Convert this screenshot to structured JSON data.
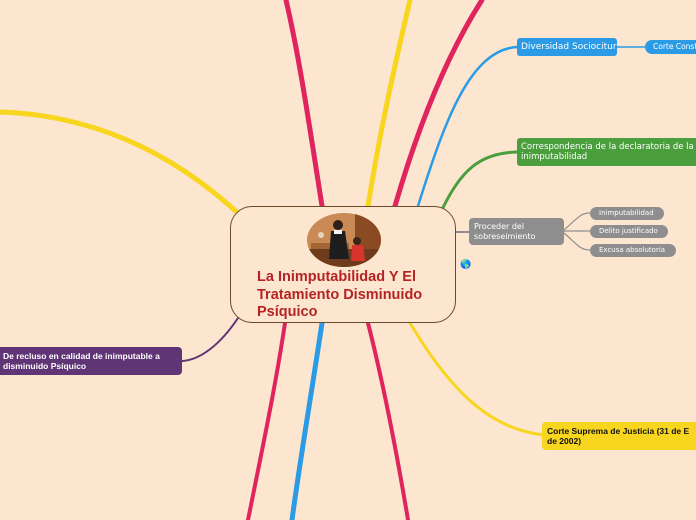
{
  "central": {
    "title_lines": [
      "La Inimputabilidad Y El",
      "Tratamiento Disminuido",
      "Psíquico"
    ],
    "image": "courtroom-photo"
  },
  "nodes": {
    "diversidad": "Diversidad Sociocitural",
    "corte_const": "Corte Consti",
    "correspondencia_line1": "Correspondencia de la declaratoria de la",
    "correspondencia_line2": "inimputabilidad",
    "proceder_line1": "Proceder del",
    "proceder_line2": "sobreseimiento",
    "inimputabilidad": "Inimputabilidad",
    "delito": "Delito justificado",
    "excusa": "Excusa absolutoria",
    "recluso_line1": "De recluso en calidad de inimputable a",
    "recluso_line2": "disminuido Psíquico",
    "corte_suprema_line1": "Corte Suprema de Justicia (31 de E",
    "corte_suprema_line2": "de 2002)"
  },
  "icons": {
    "link_marker": "globe-icon"
  },
  "colors": {
    "background": "#fde6cf",
    "title": "#b52424",
    "blue": "#2b9be6",
    "green": "#4a9e3c",
    "gray": "#8e8e8e",
    "purple": "#5f3575",
    "yellow": "#f8d51e",
    "red": "#e0245e"
  }
}
